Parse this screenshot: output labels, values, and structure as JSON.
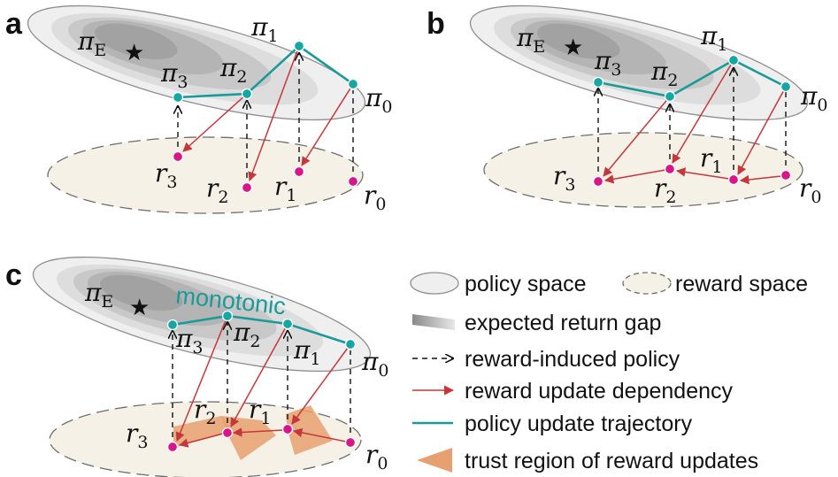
{
  "panels": {
    "a": {
      "letter": "a",
      "expert_symbol": "π",
      "expert_sub": "E",
      "policies": [
        {
          "sym": "π",
          "sub": "3"
        },
        {
          "sym": "π",
          "sub": "2"
        },
        {
          "sym": "π",
          "sub": "1"
        },
        {
          "sym": "π",
          "sub": "0"
        }
      ],
      "rewards": [
        {
          "sym": "r",
          "sub": "3"
        },
        {
          "sym": "r",
          "sub": "2"
        },
        {
          "sym": "r",
          "sub": "1"
        },
        {
          "sym": "r",
          "sub": "0"
        }
      ]
    },
    "b": {
      "letter": "b",
      "expert_symbol": "π",
      "expert_sub": "E",
      "policies": [
        {
          "sym": "π",
          "sub": "3"
        },
        {
          "sym": "π",
          "sub": "2"
        },
        {
          "sym": "π",
          "sub": "1"
        },
        {
          "sym": "π",
          "sub": "0"
        }
      ],
      "rewards": [
        {
          "sym": "r",
          "sub": "3"
        },
        {
          "sym": "r",
          "sub": "2"
        },
        {
          "sym": "r",
          "sub": "1"
        },
        {
          "sym": "r",
          "sub": "0"
        }
      ]
    },
    "c": {
      "letter": "c",
      "expert_symbol": "π",
      "expert_sub": "E",
      "annotation": "monotonic",
      "policies": [
        {
          "sym": "π",
          "sub": "3"
        },
        {
          "sym": "π",
          "sub": "2"
        },
        {
          "sym": "π",
          "sub": "1"
        },
        {
          "sym": "π",
          "sub": "0"
        }
      ],
      "rewards": [
        {
          "sym": "r",
          "sub": "3"
        },
        {
          "sym": "r",
          "sub": "2"
        },
        {
          "sym": "r",
          "sub": "1"
        },
        {
          "sym": "r",
          "sub": "0"
        }
      ]
    }
  },
  "legend": {
    "policy_space": "policy space",
    "reward_space": "reward space",
    "return_gap": "expected return gap",
    "reward_induced": "reward-induced policy",
    "reward_dependency": "reward update dependency",
    "policy_trajectory": "policy update trajectory",
    "trust_region": "trust region of reward updates"
  },
  "colors": {
    "policy_line": "#1a9a98",
    "policy_node": "#16a7a3",
    "reward_node": "#d8168a",
    "dependency_arrow": "#c4383c",
    "trust_region": "#e7a06f",
    "reward_space_fill": "#f5f1e6",
    "policy_space_fill": "#efefef"
  }
}
